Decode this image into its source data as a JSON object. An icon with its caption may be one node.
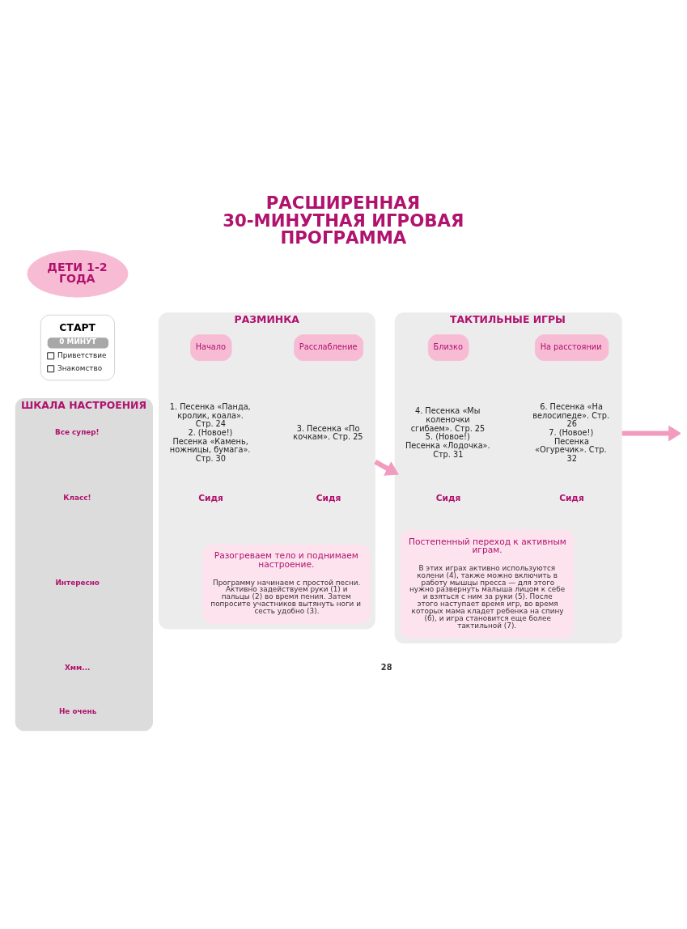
{
  "diagram": {
    "title": "РАСШИРЕННАЯ 30-МИНУТНАЯ ИГРОВАЯ ПРОГРАММА",
    "nodes": [
      {
        "text": [
          "ДЕТИ 1-2 ГОДА"
        ]
      },
      {
        "text": [
          "СТАРТ",
          "0 МИНУТ",
          "Приветствие",
          "Знакомство"
        ]
      },
      {
        "text": [
          "ШКАЛА НАСТРОЕНИЯ"
        ]
      },
      {
        "text": [
          "Все супер!"
        ],
        "in": 2
      },
      {
        "text": [
          "Класс!"
        ],
        "in": 2
      },
      {
        "text": [
          "Интересно"
        ],
        "in": 2
      },
      {
        "text": [
          "Хмм..."
        ],
        "in": 2
      },
      {
        "text": [
          "Не очень"
        ],
        "in": 2
      },
      {
        "text": [
          "РАЗМИНКА"
        ]
      },
      {
        "text": [
          "Начало"
        ],
        "in": 8
      },
      {
        "text": [
          "Расслабление"
        ],
        "in": 8
      },
      {
        "text": [
          "1. Песенка «Панда, кролик, коала». Стр. 24",
          "2. (Новое!) Песенка «Камень, ножницы, бумага». Стр. 30"
        ],
        "in": 8
      },
      {
        "text": [
          "3. Песенка «По кочкам». Стр. 25"
        ],
        "in": 8
      },
      {
        "text": [
          "Сидя"
        ],
        "in": 8
      },
      {
        "text": [
          "Сидя"
        ],
        "in": 8
      },
      {
        "text": [
          "Разогреваем тело и поднимаем настроение.",
          "Программу начинаем с простой песни. Активно задействуем руки (1) и пальцы (2) во время пения. Затем попросите участников вытянуть ноги и сесть удобно (3)."
        ],
        "in": 8
      },
      {
        "text": [
          "ТАКТИЛЬНЫЕ ИГРЫ"
        ]
      },
      {
        "text": [
          "Близко"
        ],
        "in": 16
      },
      {
        "text": [
          "На расстоянии"
        ],
        "in": 16
      },
      {
        "text": [
          "4. Песенка «Мы коленочки сгибаем». Стр. 25",
          "5. (Новое!) Песенка «Лодочка». Стр. 31"
        ],
        "in": 16
      },
      {
        "text": [
          "6. Песенка «На велосипеде». Стр. 26",
          "7. (Новое!) Песенка «Огуречик». Стр. 32"
        ],
        "in": 16
      },
      {
        "text": [
          "Сидя"
        ],
        "in": 16
      },
      {
        "text": [
          "Сидя"
        ],
        "in": 16
      },
      {
        "text": [
          "Постепенный переход к активным играм.",
          "В этих играх активно используются колени (4), также можно включить в работу мышцы пресса — для этого нужно развернуть малыша лицом к себе и взяться с ним за руки (5). После этого наступает время игр, во время которых мама кладет ребенка на спину (6), и игра становится еще более тактильной (7)."
        ],
        "in": 16
      }
    ],
    "edges": [
      {
        "from": 8,
        "to": 16,
        "arrow": "to"
      },
      {
        "from": 16,
        "to": null,
        "arrow": "to"
      }
    ],
    "labels": [
      "28"
    ]
  }
}
